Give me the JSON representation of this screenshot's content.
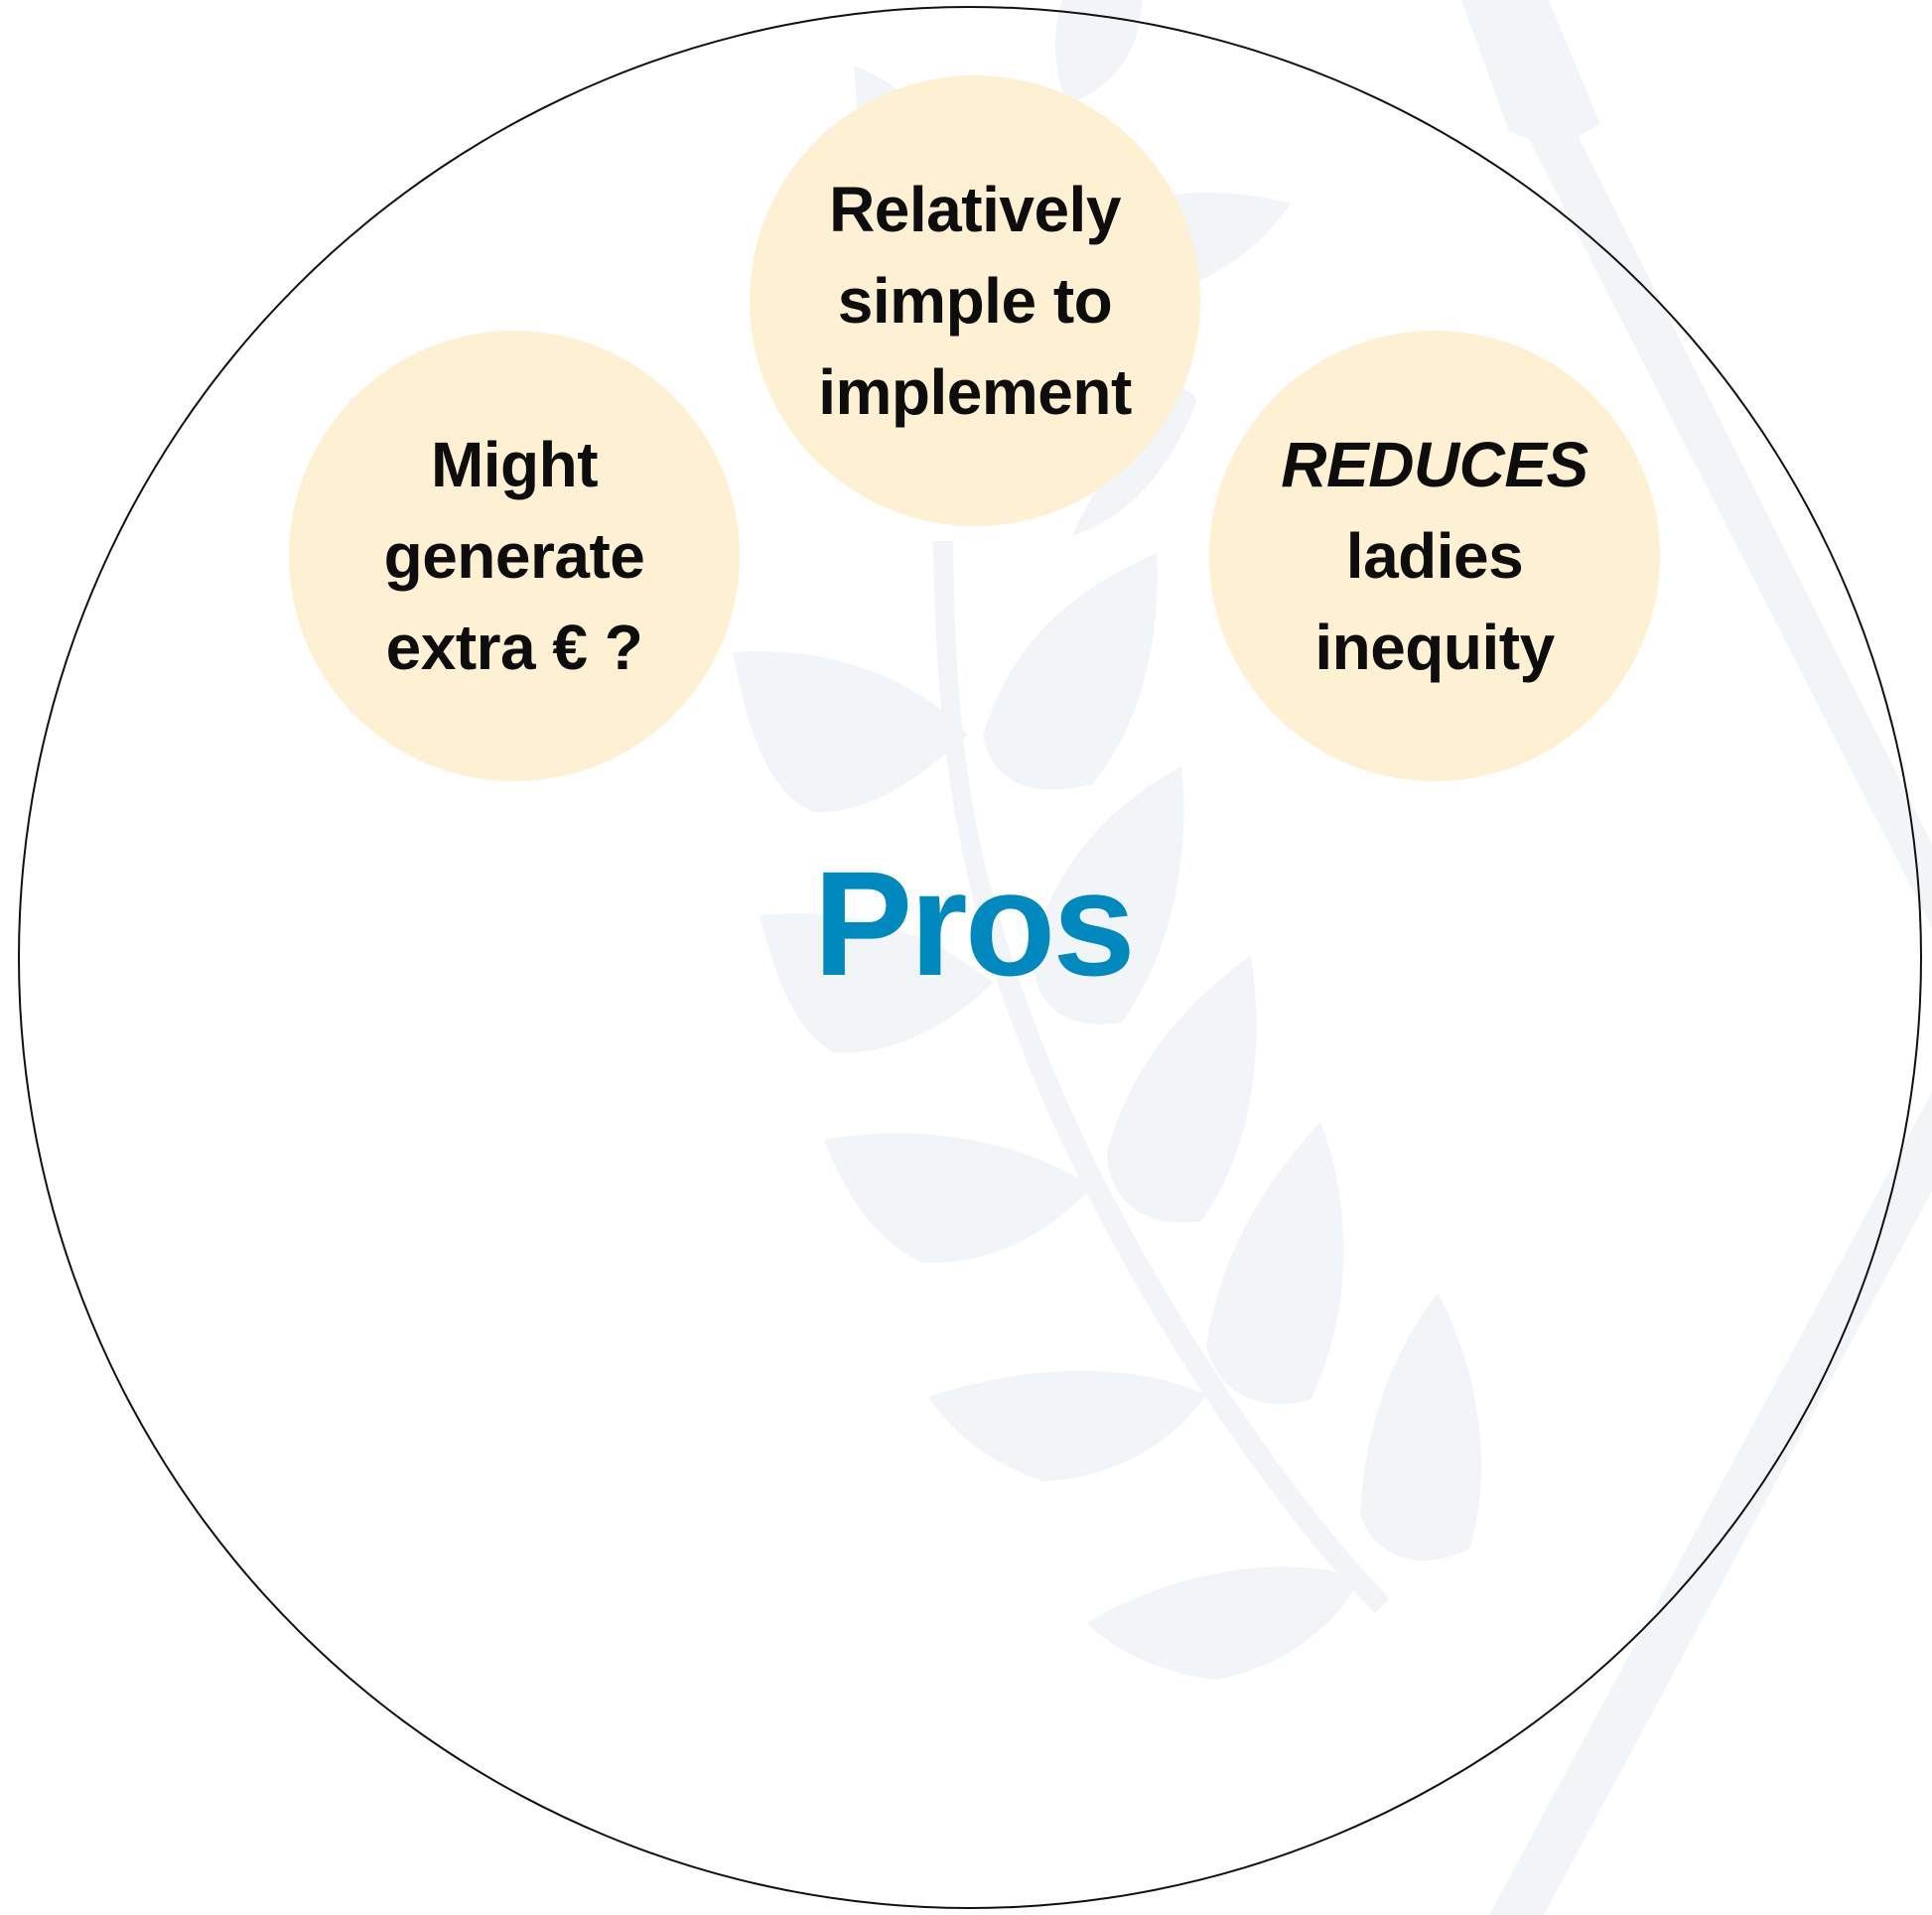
{
  "diagram": {
    "title": "Pros",
    "colors": {
      "title": "#0089bf",
      "bubble_fill": "#fdf0d3",
      "leaf_watermark": "#f2f5f8",
      "text": "#0d0d0d",
      "outline": "#111111"
    },
    "items": [
      {
        "lines": [
          "Relatively",
          "simple to",
          "implement"
        ]
      },
      {
        "lines": [
          "Might",
          "generate",
          "extra € ?"
        ]
      },
      {
        "lines": [
          "REDUCES",
          "ladies",
          "inequity"
        ]
      }
    ]
  }
}
